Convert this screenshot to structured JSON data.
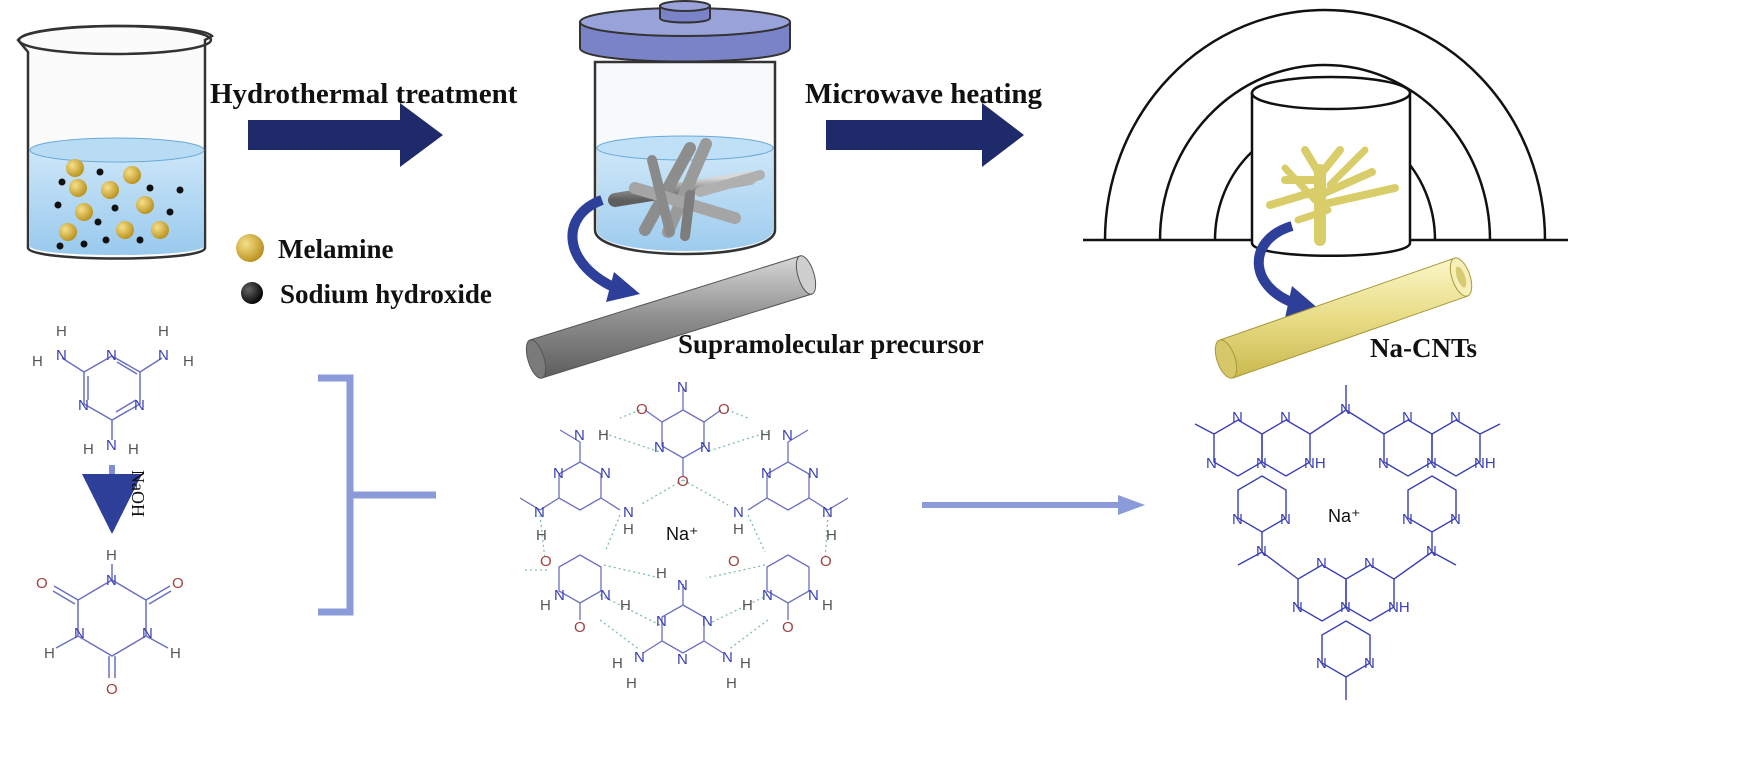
{
  "labels": {
    "hydrothermal": "Hydrothermal treatment",
    "microwave": "Microwave heating",
    "melamine": "Melamine",
    "sodium_hydroxide": "Sodium hydroxide",
    "supramolecular": "Supramolecular precursor",
    "na_cnts": "Na-CNTs",
    "naoh": "NaOH",
    "na_plus": "Na⁺"
  },
  "colors": {
    "arrow_dark": "#1f2a6b",
    "arrow_light": "#7f8fd6",
    "liquid": "#a9d4f2",
    "lid": "#7a83c8",
    "melamine_ball": "#d4b23a",
    "naoh_dot": "#111111",
    "tube_grey": "#9a9a9a",
    "tube_yellow": "#ede39a",
    "n_atom": "#3a3fb3",
    "o_atom": "#a04040"
  },
  "icons": [
    "beaker-icon",
    "autoclave-jar-icon",
    "microwave-dome-icon",
    "grey-rod-icon",
    "yellow-tube-icon"
  ]
}
